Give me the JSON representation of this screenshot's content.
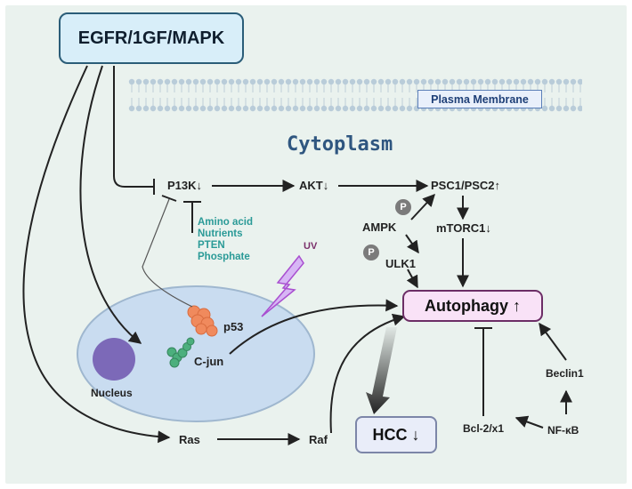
{
  "top_box": {
    "label": "EGFR/1GF/MAPK"
  },
  "membrane": {
    "label": "Plasma Membrane"
  },
  "cytoplasm": {
    "label": "Cytoplasm"
  },
  "nodes": {
    "pi3k": "P13K↓",
    "akt": "AKT↓",
    "psc": "PSC1/PSC2↑",
    "ampk": "AMPK",
    "mtorc1": "mTORC1↓",
    "ulk1": "ULK1",
    "p53": "p53",
    "cjun": "C-jun",
    "nucleus": "Nucleus",
    "ras": "Ras",
    "raf": "Raf",
    "bcl": "Bcl-2/x1",
    "nfkb": "NF-κB",
    "beclin": "Beclin1",
    "uv": "UV"
  },
  "inhibitors": [
    "Amino acid",
    "Nutrients",
    "PTEN",
    "Phosphate"
  ],
  "phospho_badge": "P",
  "autophagy": {
    "label": "Autophagy ↑"
  },
  "hcc": {
    "label": "HCC ↓"
  },
  "colors": {
    "background": "#eaf2ee",
    "cell": "#c9dcf0",
    "nucleus": "#7c69b8",
    "inhibitor_text": "#2a9a97",
    "uv": "#a94fd0",
    "p53": "#f08a5d",
    "cjun": "#4caf7d"
  }
}
